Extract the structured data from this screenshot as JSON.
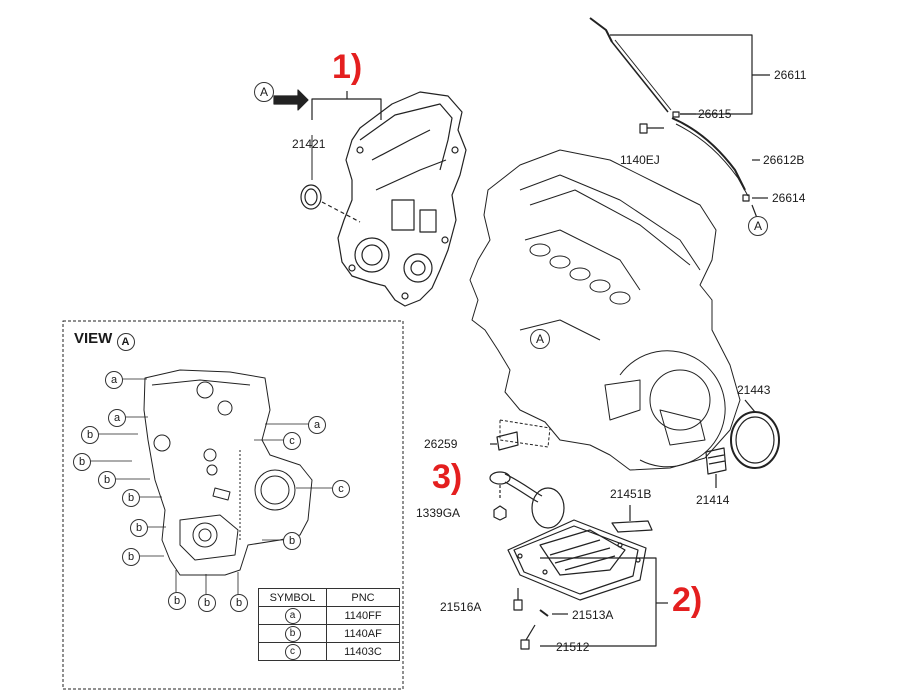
{
  "markers": {
    "m1": "1)",
    "m2": "2)",
    "m3": "3)"
  },
  "view": {
    "title": "VIEW",
    "ref": "A"
  },
  "ref_a": "A",
  "parts": {
    "p21421": "21421",
    "p26611": "26611",
    "p26615": "26615",
    "p1140ej": "1140EJ",
    "p26612b": "26612B",
    "p26614": "26614",
    "p21443": "21443",
    "p26259": "26259",
    "p21451b": "21451B",
    "p21414": "21414",
    "p1339ga": "1339GA",
    "p21516a": "21516A",
    "p21513a": "21513A",
    "p21512": "21512"
  },
  "callouts": {
    "a": "a",
    "b": "b",
    "c": "c"
  },
  "legend": {
    "header_symbol": "SYMBOL",
    "header_pnc": "PNC",
    "rows": [
      {
        "symbol": "a",
        "pnc": "1140FF"
      },
      {
        "symbol": "b",
        "pnc": "1140AF"
      },
      {
        "symbol": "c",
        "pnc": "11403C"
      }
    ]
  },
  "colors": {
    "marker": "#e41f1f",
    "line": "#222222"
  }
}
